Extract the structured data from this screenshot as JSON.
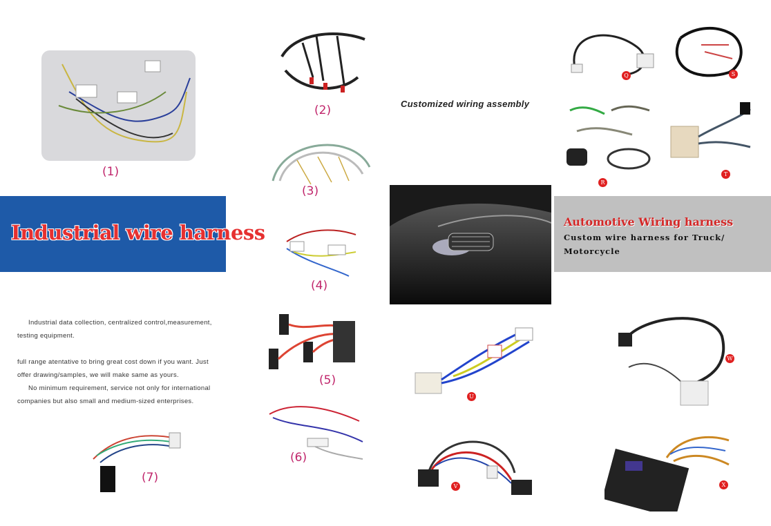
{
  "industrial": {
    "banner_title": "Industrial wire harness",
    "banner_color": "#1e5aa8",
    "paragraph_1_line_1": "Industrial data collection, centralized control,measurement,",
    "paragraph_1_line_2": "testing equipment.",
    "paragraph_2_line_1": "full range atentative to bring great cost down if you want.  Just",
    "paragraph_2_line_2": "offer drawing/samples, we will make same as yours.",
    "paragraph_2_line_3": "No minimum requirement, service not only for international",
    "paragraph_2_line_4": "companies but also  small and medium-sized enterprises."
  },
  "numbered_items": [
    "(1)",
    "(2)",
    "(3)",
    "(4)",
    "(5)",
    "(6)",
    "(7)"
  ],
  "customized_caption": "Customized wiring assembly",
  "automotive": {
    "title": "Automotive Wiring harness",
    "subtitle_line_1": "Custom wire harness for Truck/",
    "subtitle_line_2": "Motorcycle",
    "title_color": "#d42828"
  },
  "letter_items": [
    "Q",
    "S",
    "R",
    "T",
    "U",
    "W",
    "V",
    "X"
  ]
}
